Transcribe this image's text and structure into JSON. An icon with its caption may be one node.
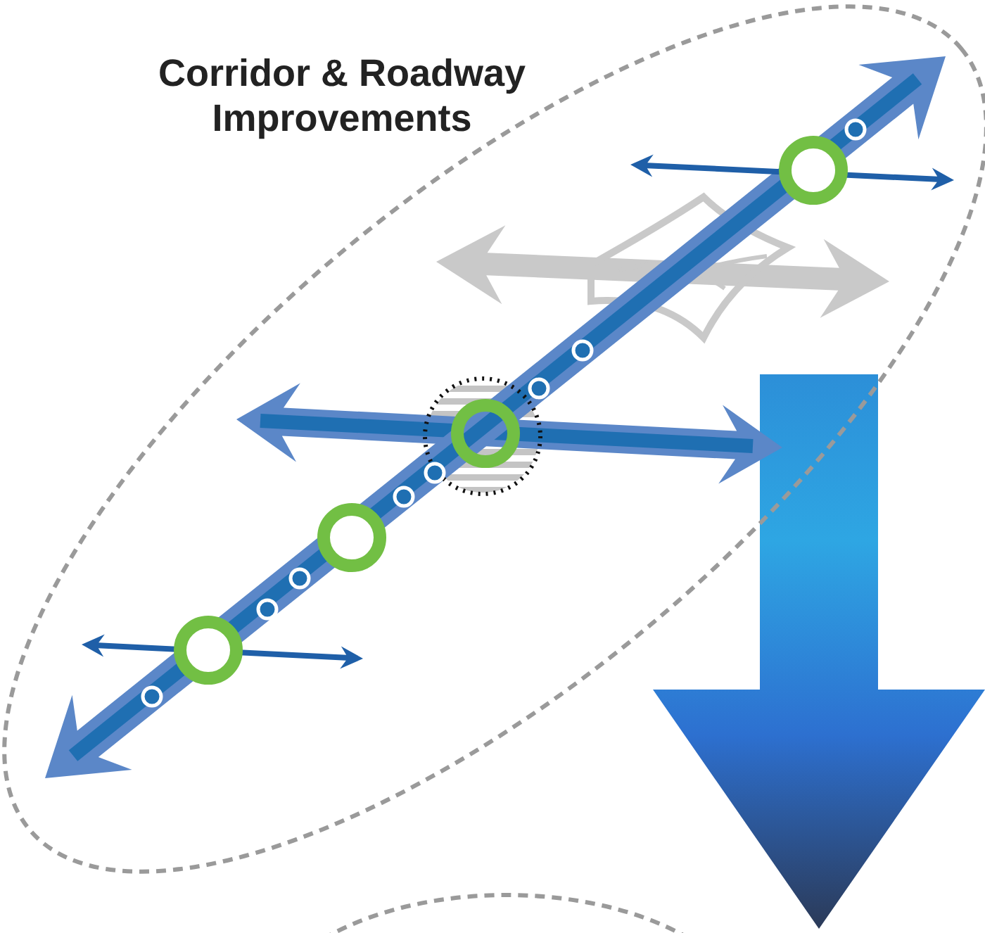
{
  "diagram": {
    "nodes": [
      {
        "text": [
          "Corridor & Roadway Improvements"
        ]
      },
      {
        "text": [],
        "shape": "ellipse"
      }
    ],
    "edges": [
      {
        "from": 0,
        "to": 1,
        "arrow": "to",
        "style": "thick"
      }
    ]
  }
}
